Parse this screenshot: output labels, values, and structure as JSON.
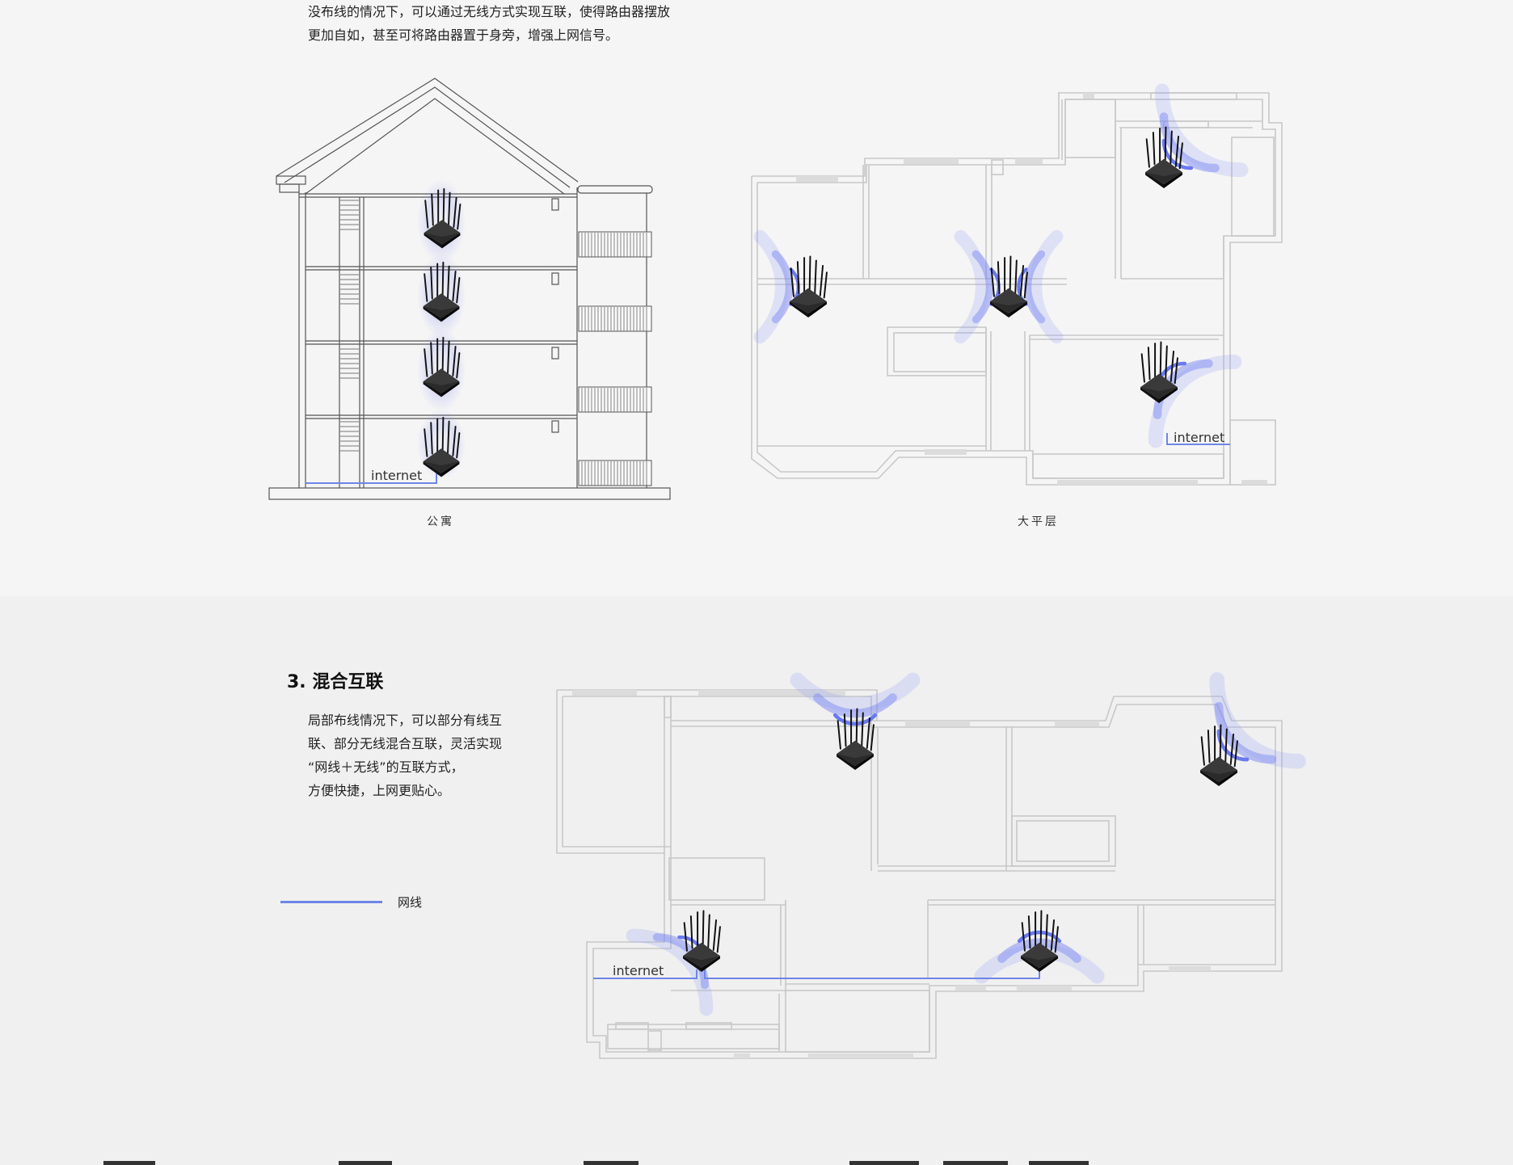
{
  "intro": {
    "line1": "没布线的情况下，可以通过无线方式实现互联，使得路由器摆放",
    "line2": "更加自如，甚至可将路由器置于身旁，增强上网信号。"
  },
  "apartment": {
    "caption": "公寓",
    "internet_label": "internet"
  },
  "flat": {
    "caption": "大平层",
    "internet_label": "internet"
  },
  "mixed": {
    "title": "3. 混合互联",
    "desc": [
      "局部布线情况下，可以部分有线互",
      "联、部分无线混合互联，灵活实现",
      "“网线＋无线”的互联方式，",
      "方便快捷，上网更贴心。"
    ],
    "internet_label": "internet"
  },
  "legend": {
    "label": "网线",
    "color": "#6f86e6"
  },
  "colors": {
    "wave": "#5b6cf0",
    "router": "#1e1e1e",
    "wall": "#c8c8c8",
    "cable": "#6f86e6"
  }
}
